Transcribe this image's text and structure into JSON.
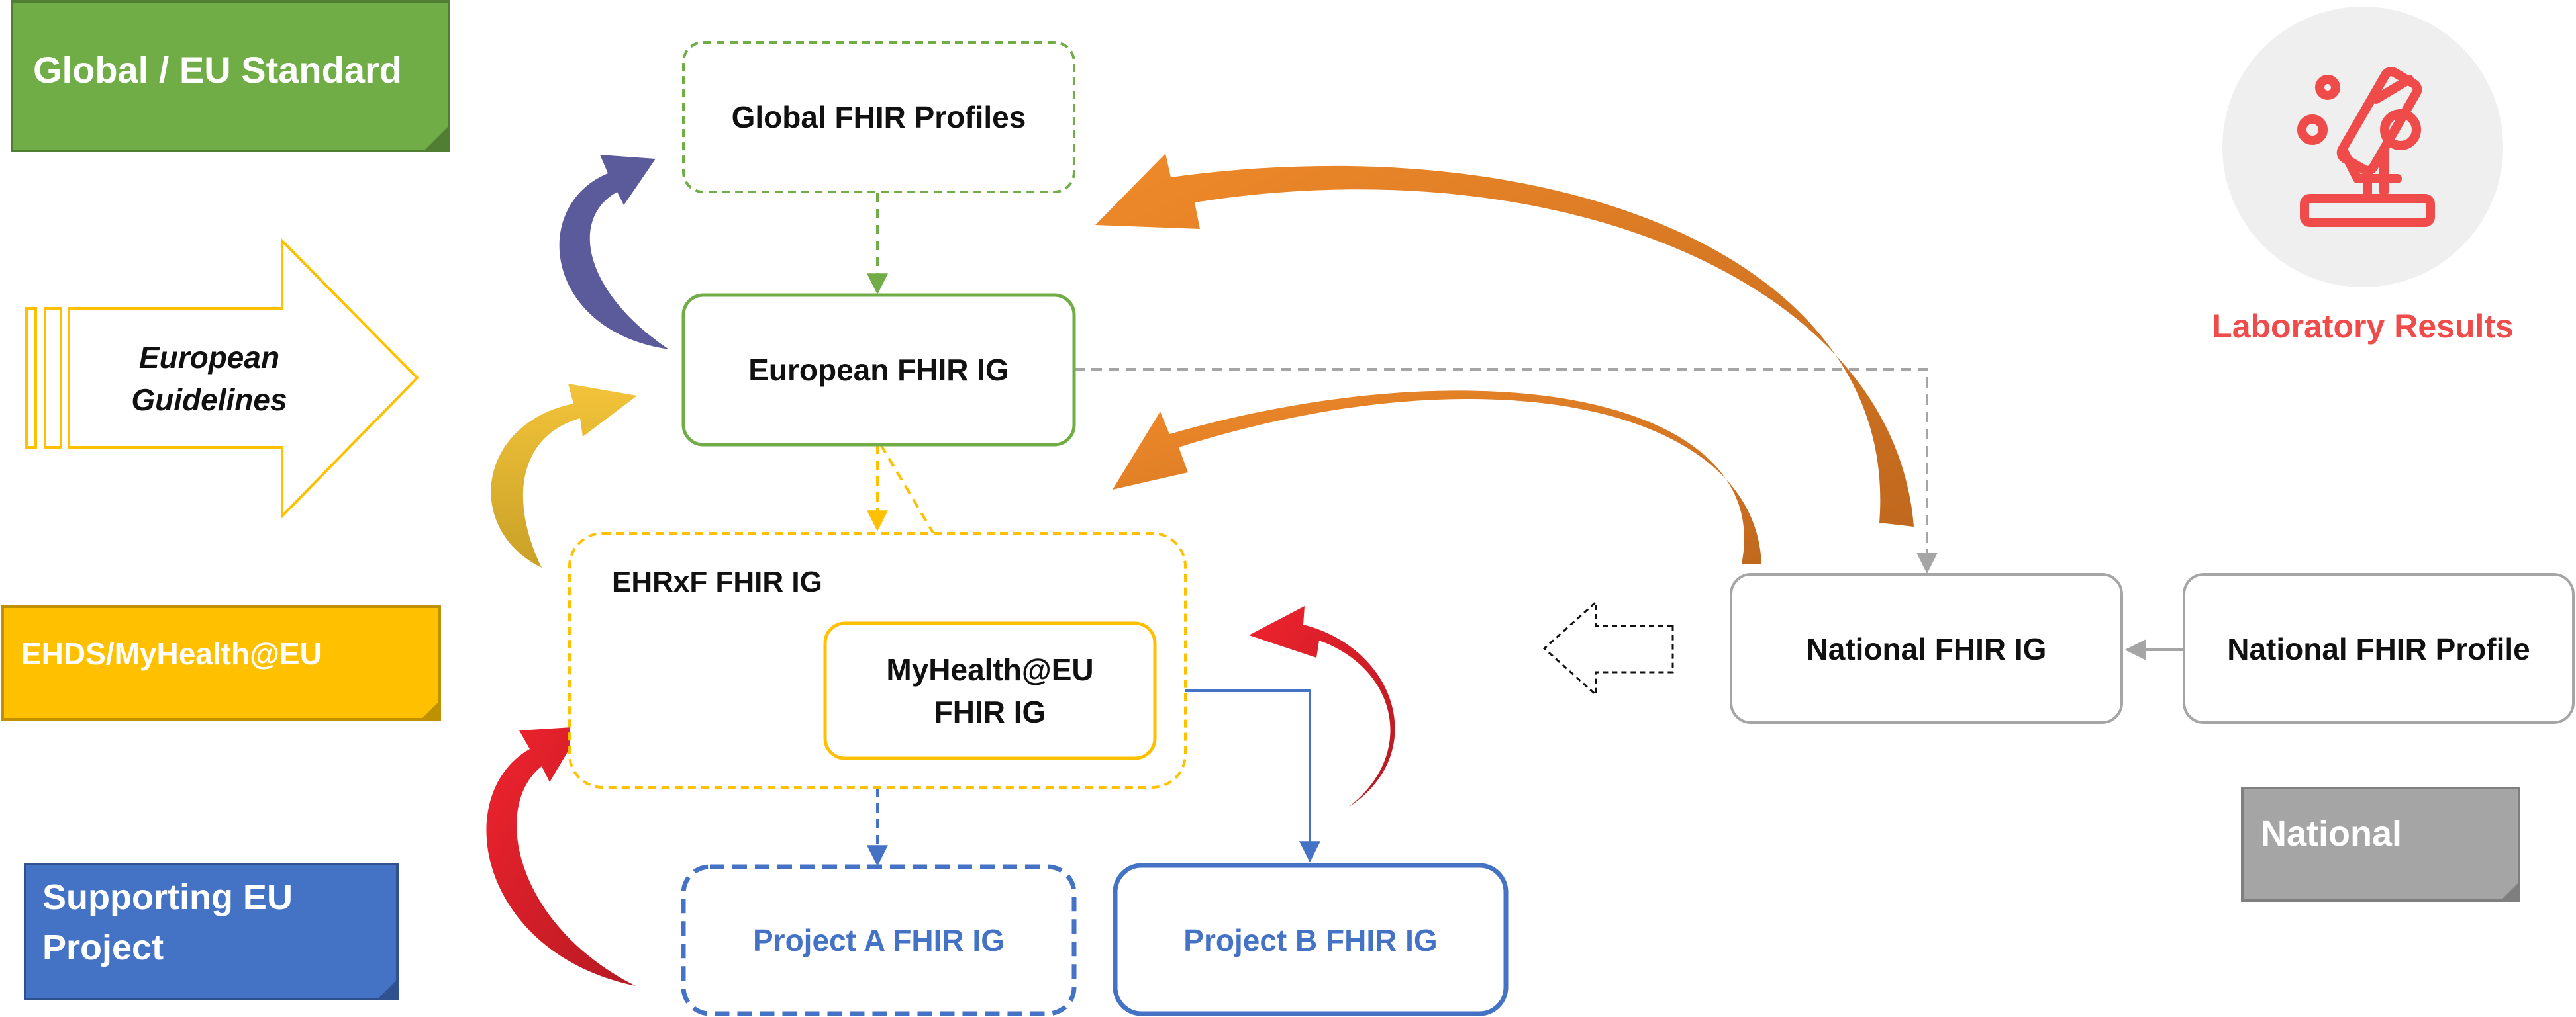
{
  "legend": {
    "global_eu": "Global / EU Standard",
    "ehds": "EHDS/MyHealth@EU",
    "supporting_line1": "Supporting EU",
    "supporting_line2": "Project",
    "national": "National"
  },
  "guidelines": {
    "line1": "European",
    "line2": "Guidelines"
  },
  "nodes": {
    "global_profiles": "Global FHIR Profiles",
    "european_ig": "European FHIR IG",
    "ehrxf_ig": "EHRxF FHIR IG",
    "myhealth_line1": "MyHealth@EU",
    "myhealth_line2": "FHIR IG",
    "project_a": "Project A FHIR IG",
    "project_b": "Project B FHIR IG",
    "national_ig": "National FHIR IG",
    "national_profile": "National FHIR Profile"
  },
  "badge": {
    "label": "Laboratory Results",
    "icon": "microscope-icon"
  },
  "colors": {
    "green": "#70ad47",
    "green_dark": "#507e32",
    "yellow": "#ffc000",
    "yellow_dark": "#bf9000",
    "blue": "#4472c4",
    "blue_dark": "#2f528f",
    "gray": "#a5a5a5",
    "purple": "#5b5b9b",
    "orange": "#e6862a",
    "red": "#e0202a",
    "badge_red": "#ef4b4b"
  }
}
